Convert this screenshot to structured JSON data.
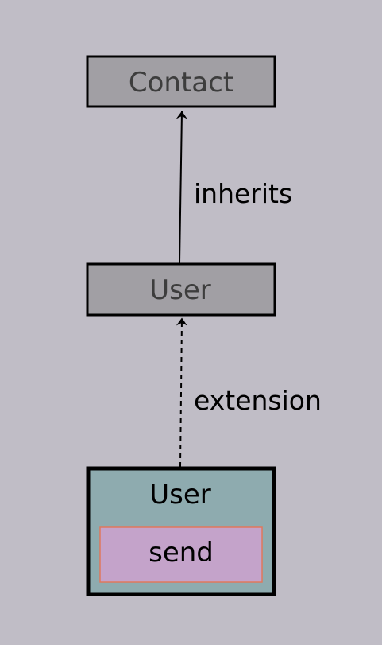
{
  "colors": {
    "background": "#c0bdc6",
    "gray_box_fill": "#a19fa4",
    "gray_box_text": "#3d3d3d",
    "extension_fill": "#8eabaf",
    "method_fill": "#c4a3ca",
    "method_border": "#e0785c",
    "stroke": "#000000"
  },
  "nodes": {
    "contact": {
      "label": "Contact"
    },
    "user": {
      "label": "User"
    },
    "user_extension": {
      "title": "User",
      "method": "send"
    }
  },
  "edges": {
    "inherits": {
      "label": "inherits",
      "style": "solid"
    },
    "extension": {
      "label": "extension",
      "style": "dashed"
    }
  }
}
